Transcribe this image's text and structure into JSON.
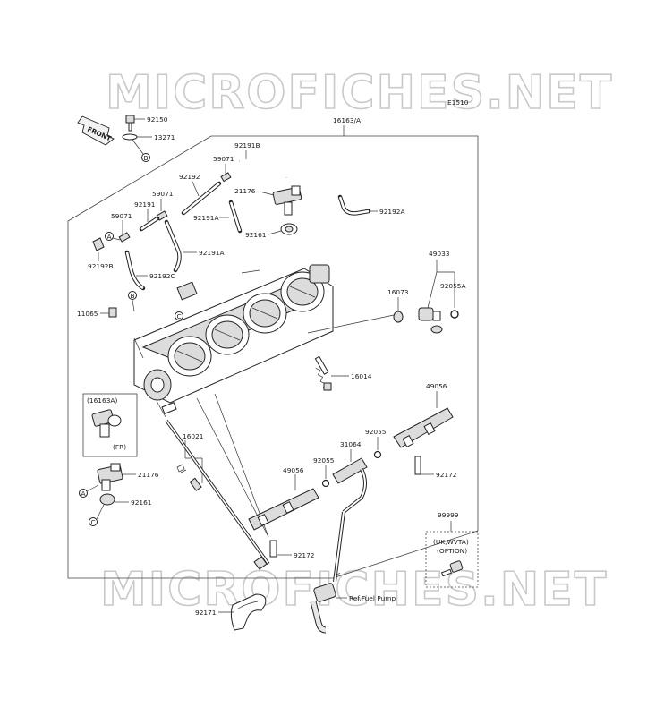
{
  "watermark": {
    "top": "MICROFICHES.NET",
    "bottom": "MICROFICHES.NET"
  },
  "figure_code": "E1510",
  "front_arrow": "FRONT",
  "part_numbers": {
    "p16163A": "16163/A",
    "p92150": "92150",
    "p13271": "13271",
    "p92191B": "92191B",
    "p59071a": "59071",
    "p92192": "92192",
    "p21176a": "21176",
    "p59071b": "59071",
    "p92191": "92191",
    "p92192A": "92192A",
    "p59071c": "59071",
    "p92191A_1": "92191A",
    "p92161a": "92161",
    "p92191A_2": "92191A",
    "p92192B": "92192B",
    "p92192C": "92192C",
    "p49033": "49033",
    "p16073": "16073",
    "p92055A": "92055A",
    "p11065": "11065",
    "p16014": "16014",
    "p49056a": "49056",
    "p16021": "16021",
    "p92055a": "92055",
    "p31064": "31064",
    "p92055b": "92055",
    "p21176b": "21176",
    "p49056b": "49056",
    "p92172a": "92172",
    "p92161b": "92161",
    "p99999": "99999",
    "p92172b": "92172",
    "p92171": "92171"
  },
  "callouts": {
    "a": "A",
    "b": "B",
    "c": "C"
  },
  "inset": {
    "title": "(16163A)",
    "sub": "(FR)"
  },
  "option_box": {
    "line1": "(UK,WVTA)",
    "line2": "(OPTION)"
  },
  "ref_note": "Ref.Fuel Pump"
}
